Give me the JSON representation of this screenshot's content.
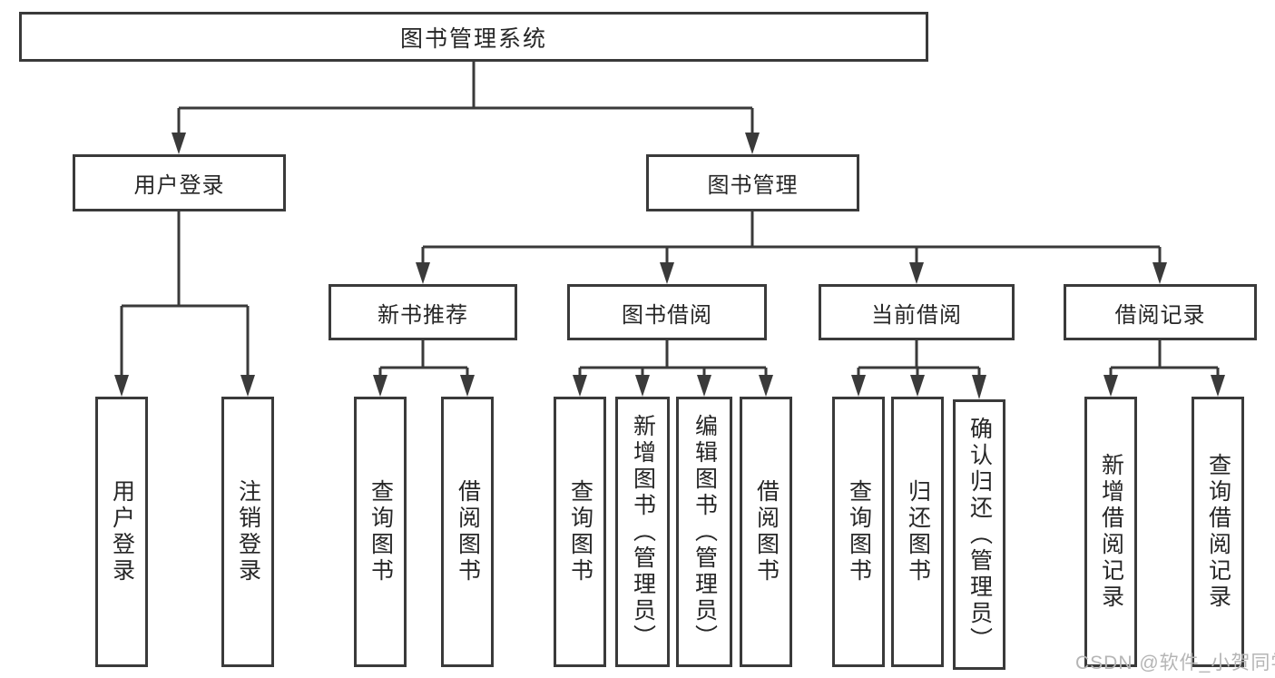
{
  "tree": {
    "root": {
      "label": "图书管理系统",
      "children": [
        {
          "label": "用户登录",
          "children": [
            {
              "label": "用户登录"
            },
            {
              "label": "注销登录"
            }
          ]
        },
        {
          "label": "图书管理",
          "children": [
            {
              "label": "新书推荐",
              "children": [
                {
                  "label": "查询图书"
                },
                {
                  "label": "借阅图书"
                }
              ]
            },
            {
              "label": "图书借阅",
              "children": [
                {
                  "label": "查询图书"
                },
                {
                  "label": "新增图书（管理员）"
                },
                {
                  "label": "编辑图书（管理员）"
                },
                {
                  "label": "借阅图书"
                }
              ]
            },
            {
              "label": "当前借阅",
              "children": [
                {
                  "label": "查询图书"
                },
                {
                  "label": "归还图书"
                },
                {
                  "label": "确认归还（管理员）"
                }
              ]
            },
            {
              "label": "借阅记录",
              "children": [
                {
                  "label": "新增借阅记录"
                },
                {
                  "label": "查询借阅记录"
                }
              ]
            }
          ]
        }
      ]
    }
  },
  "watermark": "CSDN @软件_小贺同学",
  "colors": {
    "line": "#3a3a3a",
    "text": "#262626",
    "watermark": "#b5b5b5",
    "background": "#ffffff"
  }
}
